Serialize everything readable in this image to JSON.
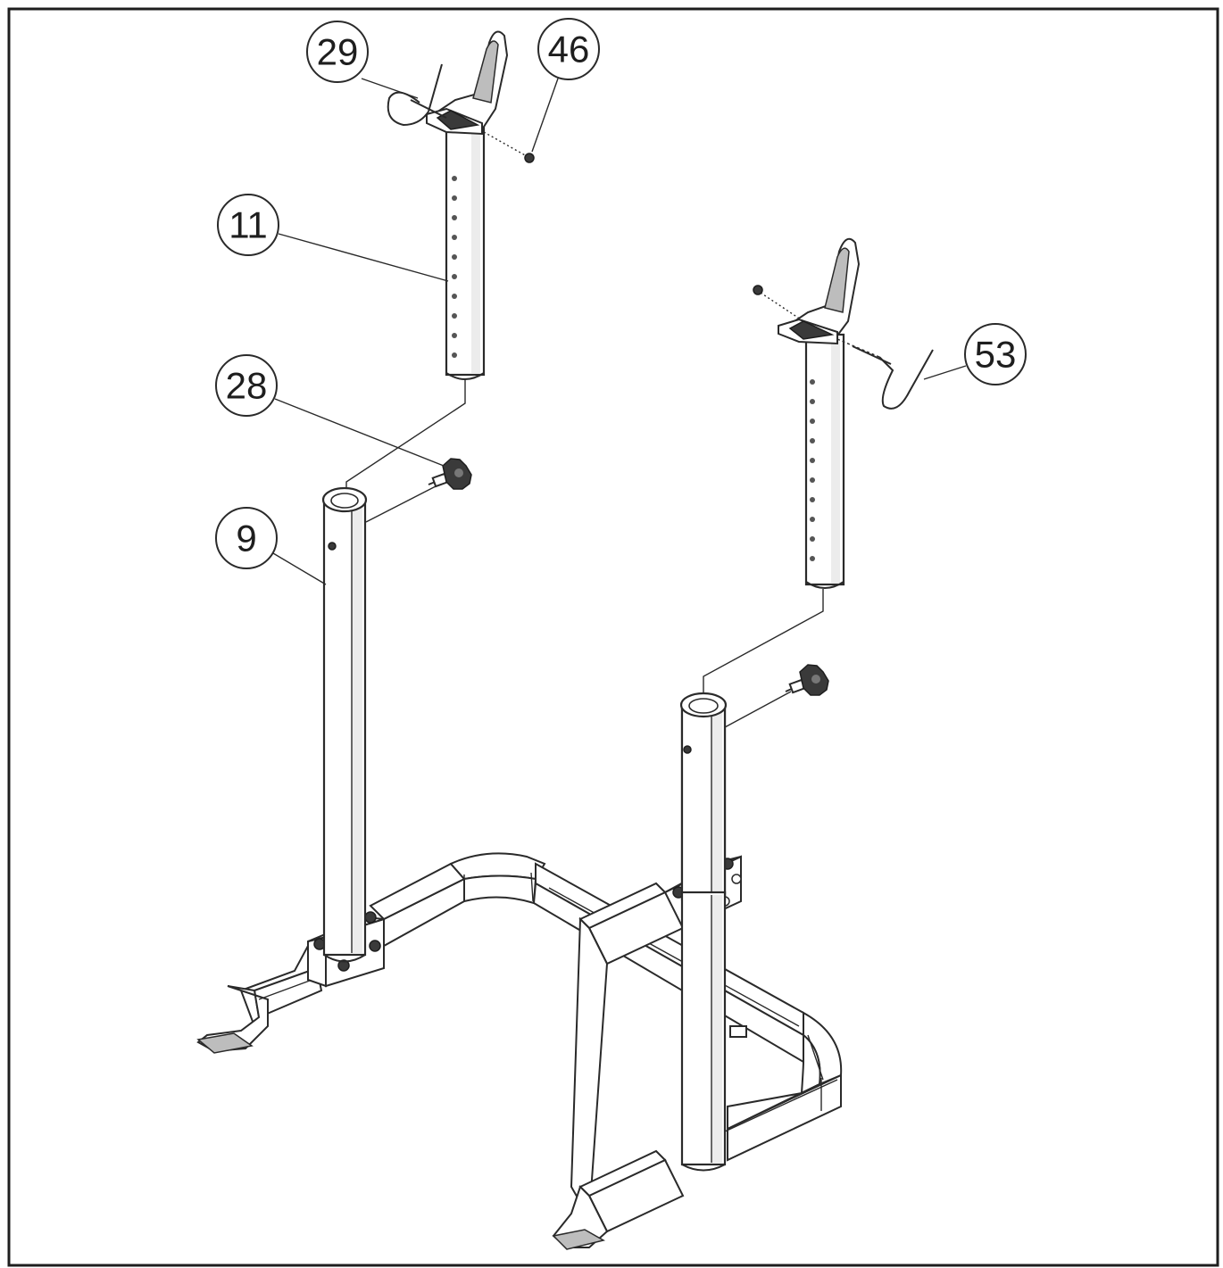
{
  "diagram": {
    "callouts": [
      {
        "id": "c29",
        "label": "29"
      },
      {
        "id": "c46",
        "label": "46"
      },
      {
        "id": "c11",
        "label": "11"
      },
      {
        "id": "c28",
        "label": "28"
      },
      {
        "id": "c9",
        "label": "9"
      },
      {
        "id": "c53",
        "label": "53"
      }
    ],
    "colors": {
      "line": "#2a2a2a",
      "background": "#ffffff",
      "frame": "#1e1e1e"
    }
  }
}
